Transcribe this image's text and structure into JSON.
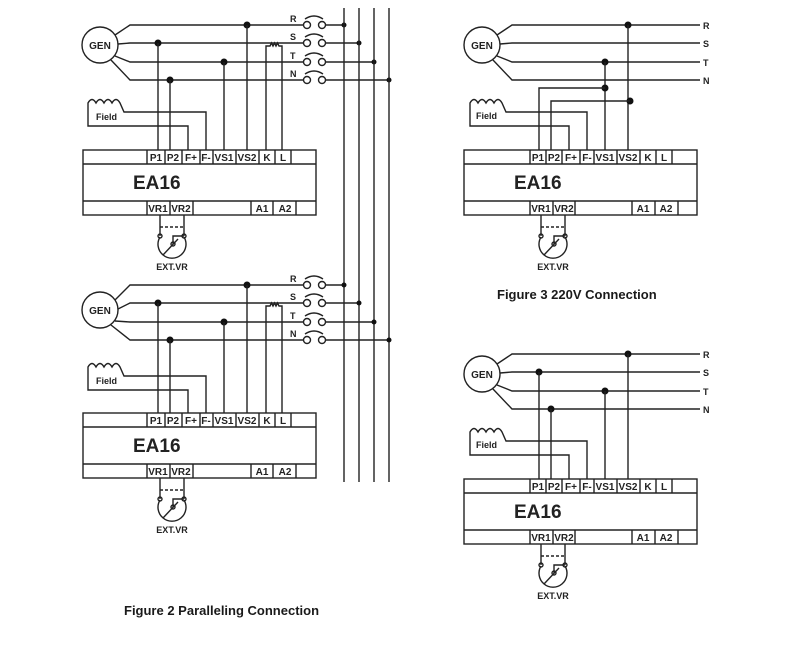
{
  "figure2": {
    "caption": "Figure 2   Paralleling Connection",
    "units": [
      {
        "generator_label": "GEN",
        "field_label": "Field",
        "model": "EA16",
        "top_terminals": [
          "P1",
          "P2",
          "F+",
          "F-",
          "VS1",
          "VS2",
          "K",
          "L"
        ],
        "bottom_terminals": [
          "VR1",
          "VR2",
          "A1",
          "A2"
        ],
        "pot_label": "EXT.VR",
        "phases": [
          "R",
          "S",
          "T",
          "N"
        ]
      },
      {
        "generator_label": "GEN",
        "field_label": "Field",
        "model": "EA16",
        "top_terminals": [
          "P1",
          "P2",
          "F+",
          "F-",
          "VS1",
          "VS2",
          "K",
          "L"
        ],
        "bottom_terminals": [
          "VR1",
          "VR2",
          "A1",
          "A2"
        ],
        "pot_label": "EXT.VR",
        "phases": [
          "R",
          "S",
          "T",
          "N"
        ]
      }
    ]
  },
  "figure3": {
    "caption": "Figure 3   220V Connection",
    "generator_label": "GEN",
    "field_label": "Field",
    "model": "EA16",
    "top_terminals": [
      "P1",
      "P2",
      "F+",
      "F-",
      "VS1",
      "VS2",
      "K",
      "L"
    ],
    "bottom_terminals": [
      "VR1",
      "VR2",
      "A1",
      "A2"
    ],
    "pot_label": "EXT.VR",
    "phases": [
      "R",
      "S",
      "T",
      "N"
    ]
  },
  "figure4": {
    "generator_label": "GEN",
    "field_label": "Field",
    "model": "EA16",
    "top_terminals": [
      "P1",
      "P2",
      "F+",
      "F-",
      "VS1",
      "VS2",
      "K",
      "L"
    ],
    "bottom_terminals": [
      "VR1",
      "VR2",
      "A1",
      "A2"
    ],
    "pot_label": "EXT.VR",
    "phases": [
      "R",
      "S",
      "T",
      "N"
    ]
  }
}
